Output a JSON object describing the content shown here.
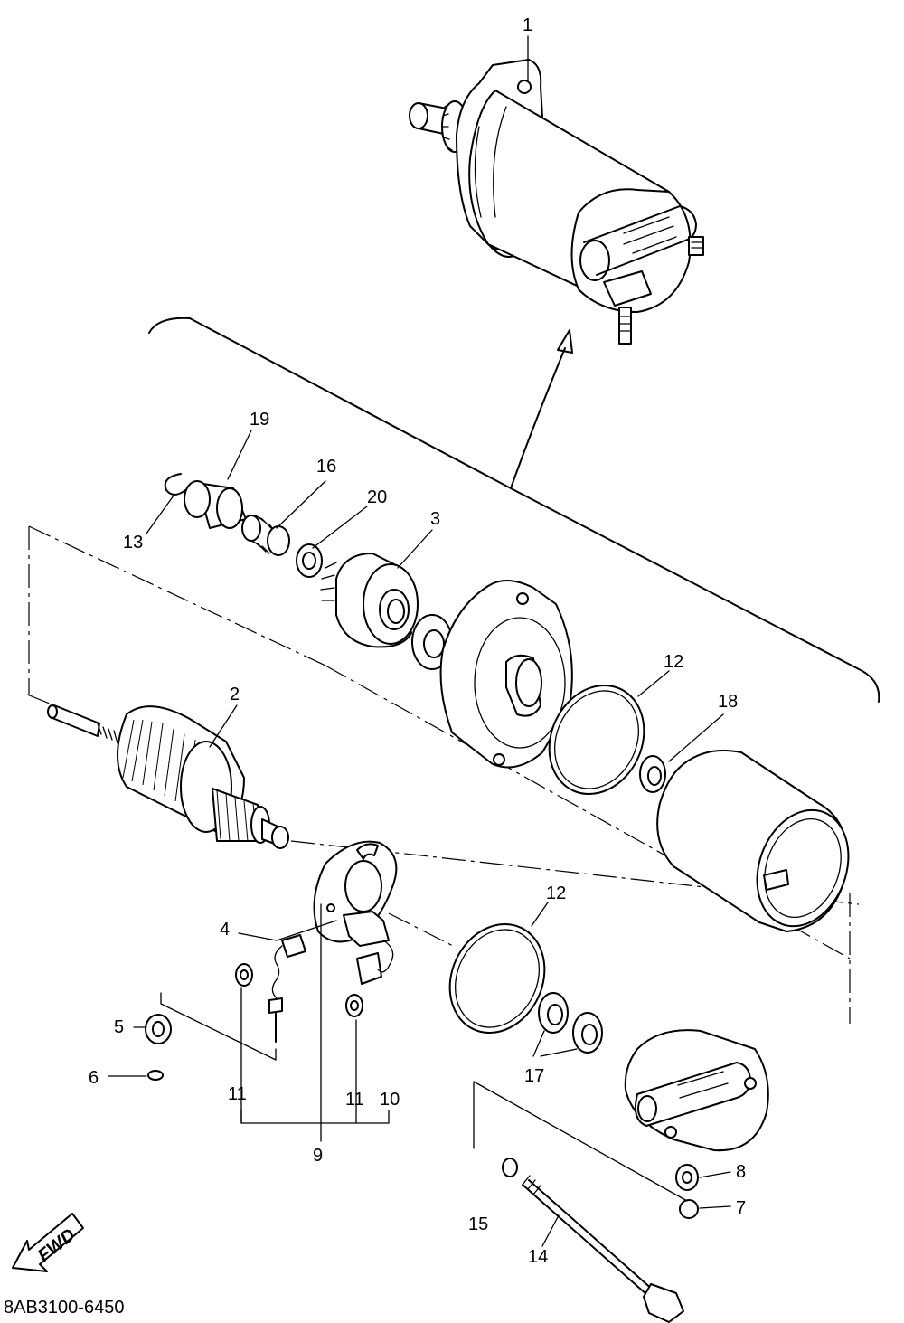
{
  "diagram": {
    "document_id": "8AB3100-6450",
    "fwd_label": "FWD",
    "callouts": {
      "p1": "1",
      "p2": "2",
      "p3": "3",
      "p4": "4",
      "p5": "5",
      "p6": "6",
      "p7": "7",
      "p8": "8",
      "p9": "9",
      "p10": "10",
      "p11a": "11",
      "p11b": "11",
      "p12a": "12",
      "p12b": "12",
      "p13": "13",
      "p14": "14",
      "p15": "15",
      "p16": "16",
      "p17": "17",
      "p18": "18",
      "p19": "19",
      "p20": "20"
    }
  }
}
